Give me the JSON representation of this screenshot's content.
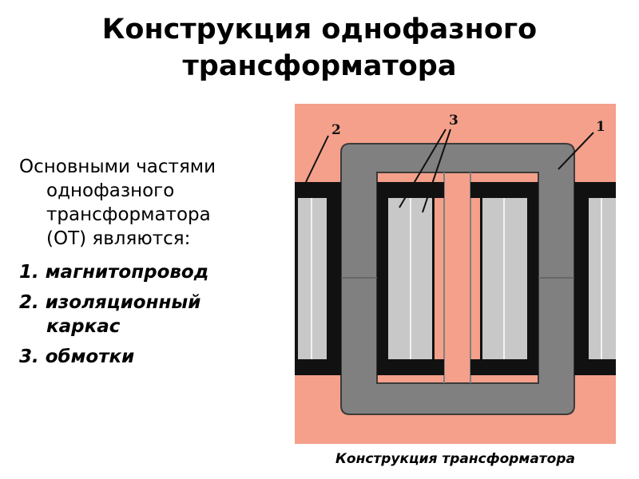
{
  "title": {
    "line1": "Конструкция однофазного",
    "line2": "трансформатора"
  },
  "intro": {
    "line1": "Основными частями",
    "line2": "однофазного",
    "line3": "трансформатора",
    "line4": "(ОТ) являются:"
  },
  "parts": [
    {
      "line1": "1. магнитопровод",
      "line2": ""
    },
    {
      "line1": "2. изоляционный",
      "line2": "каркас"
    },
    {
      "line1": "3. обмотки",
      "line2": ""
    }
  ],
  "diagram": {
    "labels": {
      "core": "1",
      "frame": "2",
      "windings": "3"
    },
    "caption": "Конструкция трансформатора",
    "colors": {
      "background": "#F4A08A",
      "core": "#808080",
      "frame": "#111111",
      "winding": "#C8C8C8"
    }
  }
}
